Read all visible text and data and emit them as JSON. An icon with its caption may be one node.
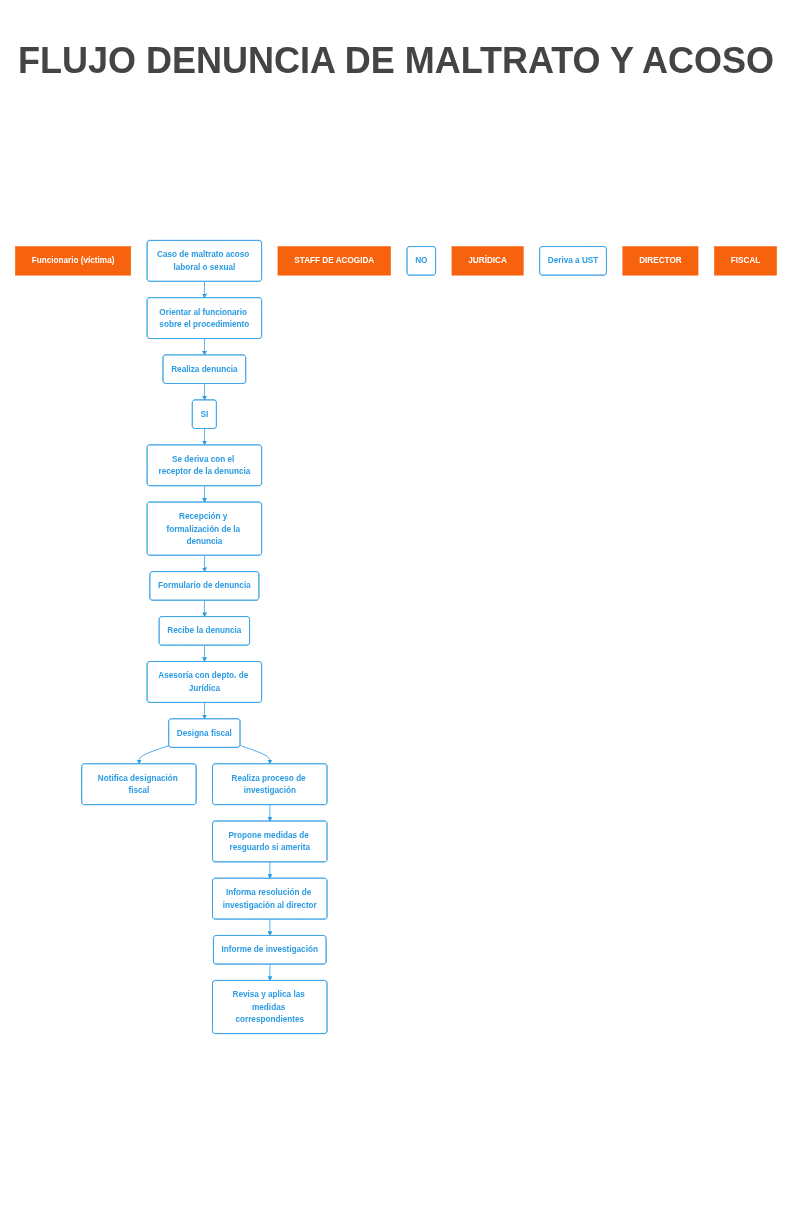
{
  "diagram": {
    "title": "FLUJO DENUNCIA DE MALTRATO Y ACOSO",
    "nodes": [
      {
        "text": [
          "Funcionario (víctima)"
        ]
      },
      {
        "text": [
          "Caso de maltrato acoso laboral o sexual"
        ]
      },
      {
        "text": [
          "STAFF DE ACOGIDA"
        ]
      },
      {
        "text": [
          "Orientar al funcionario sobre el procedimiento"
        ]
      },
      {
        "text": [
          "Realiza denuncia"
        ]
      },
      {
        "text": [
          "NO"
        ]
      },
      {
        "text": [
          "SI"
        ]
      },
      {
        "text": [
          "Se deriva con el receptor de la denuncia"
        ]
      },
      {
        "text": [
          "JURÍDICA"
        ]
      },
      {
        "text": [
          "Recepción y formalización de la denuncia"
        ]
      },
      {
        "text": [
          "Deriva a UST"
        ]
      },
      {
        "text": [
          "DIRECTOR"
        ]
      },
      {
        "text": [
          "Formulario de denuncia"
        ]
      },
      {
        "text": [
          "Recibe la denuncia"
        ]
      },
      {
        "text": [
          "Asesoría con depto. de Jurídica"
        ]
      },
      {
        "text": [
          "Designa fiscal"
        ]
      },
      {
        "text": [
          "Notifica designación fiscal"
        ]
      },
      {
        "text": [
          "FISCAL"
        ]
      },
      {
        "text": [
          "Realiza proceso de investigación"
        ]
      },
      {
        "text": [
          "Propone medidas de resguardo si amerita"
        ]
      },
      {
        "text": [
          "Informa resolución de investigación al director"
        ]
      },
      {
        "text": [
          "Informe de investigación"
        ]
      },
      {
        "text": [
          "Revisa y aplica las medidas correspondientes"
        ]
      }
    ],
    "edges": [
      {
        "from": 1,
        "to": 3,
        "arrow": "to"
      },
      {
        "from": 3,
        "to": 4,
        "arrow": "to"
      },
      {
        "from": 4,
        "to": 6,
        "arrow": "to"
      },
      {
        "from": 6,
        "to": 7,
        "arrow": "to"
      },
      {
        "from": 7,
        "to": 9,
        "arrow": "to"
      },
      {
        "from": 9,
        "to": 12,
        "arrow": "to"
      },
      {
        "from": 12,
        "to": 13,
        "arrow": "to"
      },
      {
        "from": 13,
        "to": 14,
        "arrow": "to"
      },
      {
        "from": 14,
        "to": 15,
        "arrow": "to"
      },
      {
        "from": 15,
        "to": 16,
        "arrow": "to"
      },
      {
        "from": 15,
        "to": 18,
        "arrow": "to"
      },
      {
        "from": 18,
        "to": 19,
        "arrow": "to"
      },
      {
        "from": 19,
        "to": 20,
        "arrow": "to"
      },
      {
        "from": 20,
        "to": 21,
        "arrow": "to"
      },
      {
        "from": 21,
        "to": 22,
        "arrow": "to"
      }
    ]
  }
}
